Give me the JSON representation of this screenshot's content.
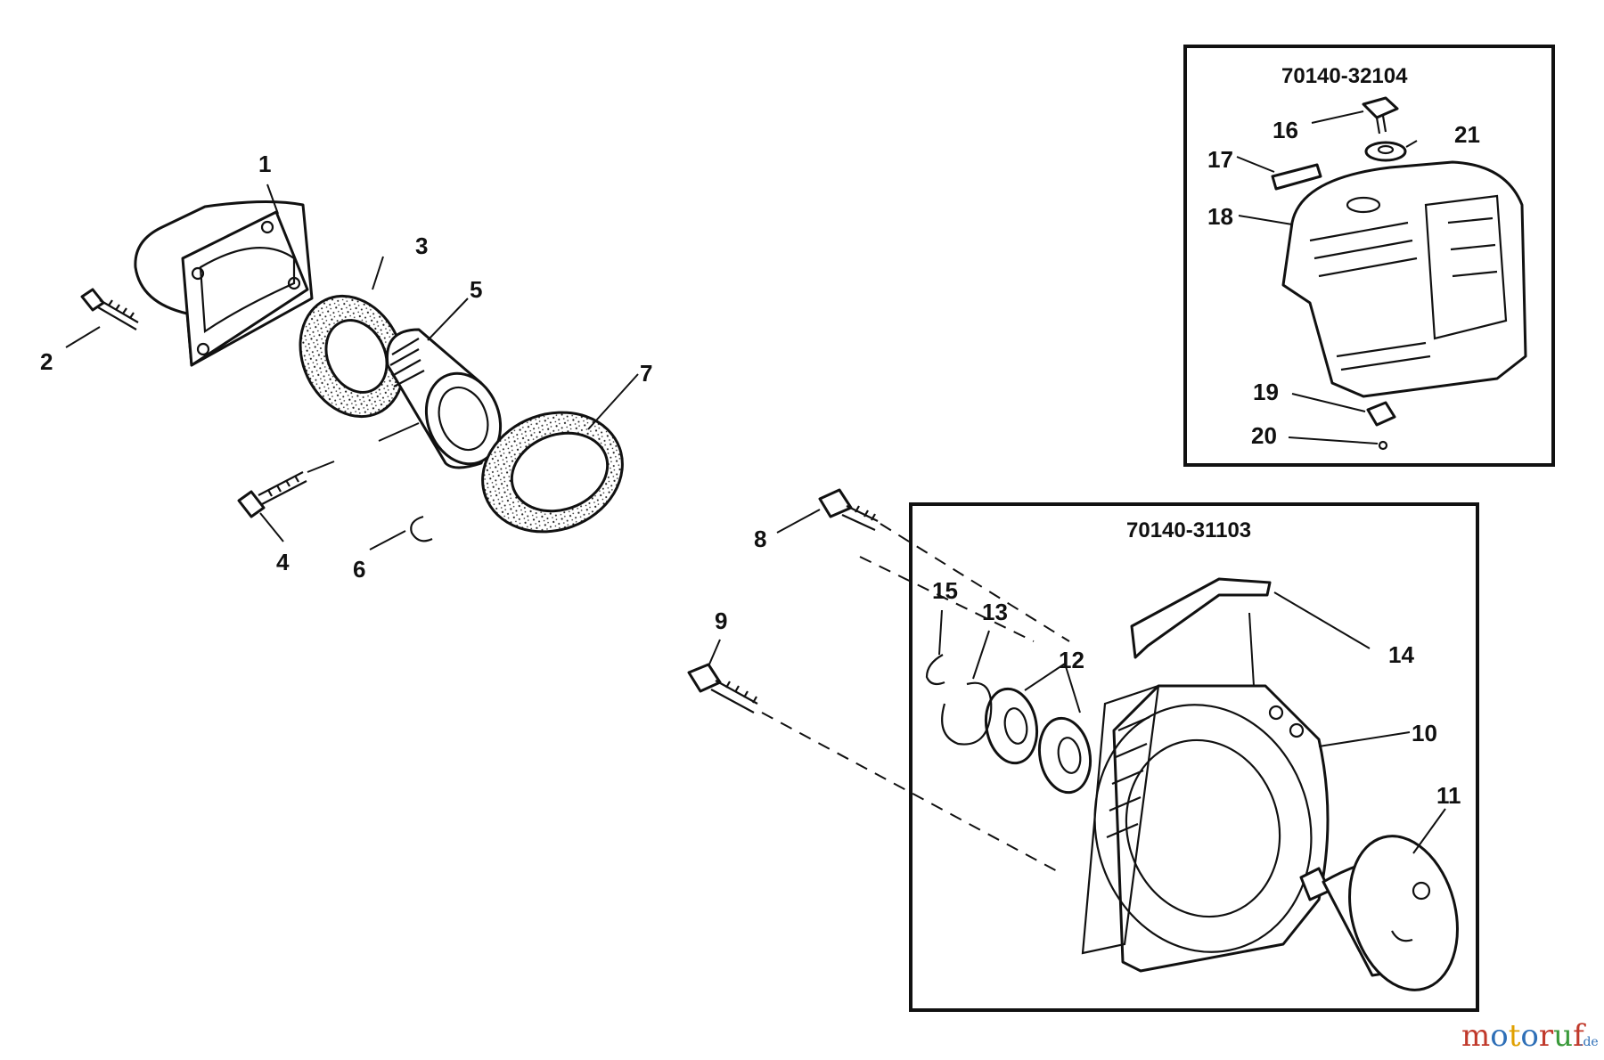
{
  "kits": [
    {
      "id": "kit-top",
      "number": "70140-32104"
    },
    {
      "id": "kit-bottom",
      "number": "70140-31103"
    }
  ],
  "callouts": [
    "1",
    "2",
    "3",
    "4",
    "5",
    "6",
    "7",
    "8",
    "9",
    "10",
    "11",
    "12",
    "13",
    "14",
    "15",
    "16",
    "17",
    "18",
    "19",
    "20",
    "21"
  ],
  "watermark": {
    "letters": [
      "m",
      "o",
      "t",
      "o",
      "r",
      "u",
      "f"
    ],
    "suffix": ".de",
    "colors": [
      "#c0392b",
      "#2e6fb7",
      "#e0a000",
      "#2e6fb7",
      "#c0392b",
      "#3a9a3a",
      "#c0392b"
    ]
  }
}
